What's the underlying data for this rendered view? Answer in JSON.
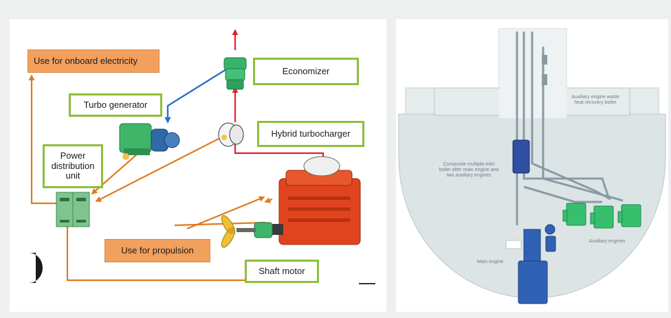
{
  "left_diagram": {
    "labels": {
      "onboard": "Use for onboard electricity",
      "economizer": "Economizer",
      "turbo_generator": "Turbo generator",
      "hybrid_turbocharger": "Hybrid turbocharger",
      "power_distribution": "Power distribution unit",
      "propulsion": "Use for propulsion",
      "shaft_motor": "Shaft motor"
    },
    "colors": {
      "exhaust": "#e0202a",
      "electric": "#e07a1e",
      "steam": "#2a6fc9",
      "label_border": "#8cbf3a",
      "label_orange": "#f2a05e"
    }
  },
  "right_diagram": {
    "labels": {
      "aux_boiler": "Auxiliary engine waste heat recovery boiler",
      "composite_boiler": "Composite multiple-inlet boiler after main engine and two auxiliary engines",
      "aux_engines": "Auxiliary engines",
      "main_engine": "Main engine"
    },
    "colors": {
      "hull": "#dde4e6",
      "stack": "#e7eced",
      "engine_blue": "#2f62b5",
      "aux_green": "#36c06e",
      "pipe": "#8a9aa2"
    }
  }
}
